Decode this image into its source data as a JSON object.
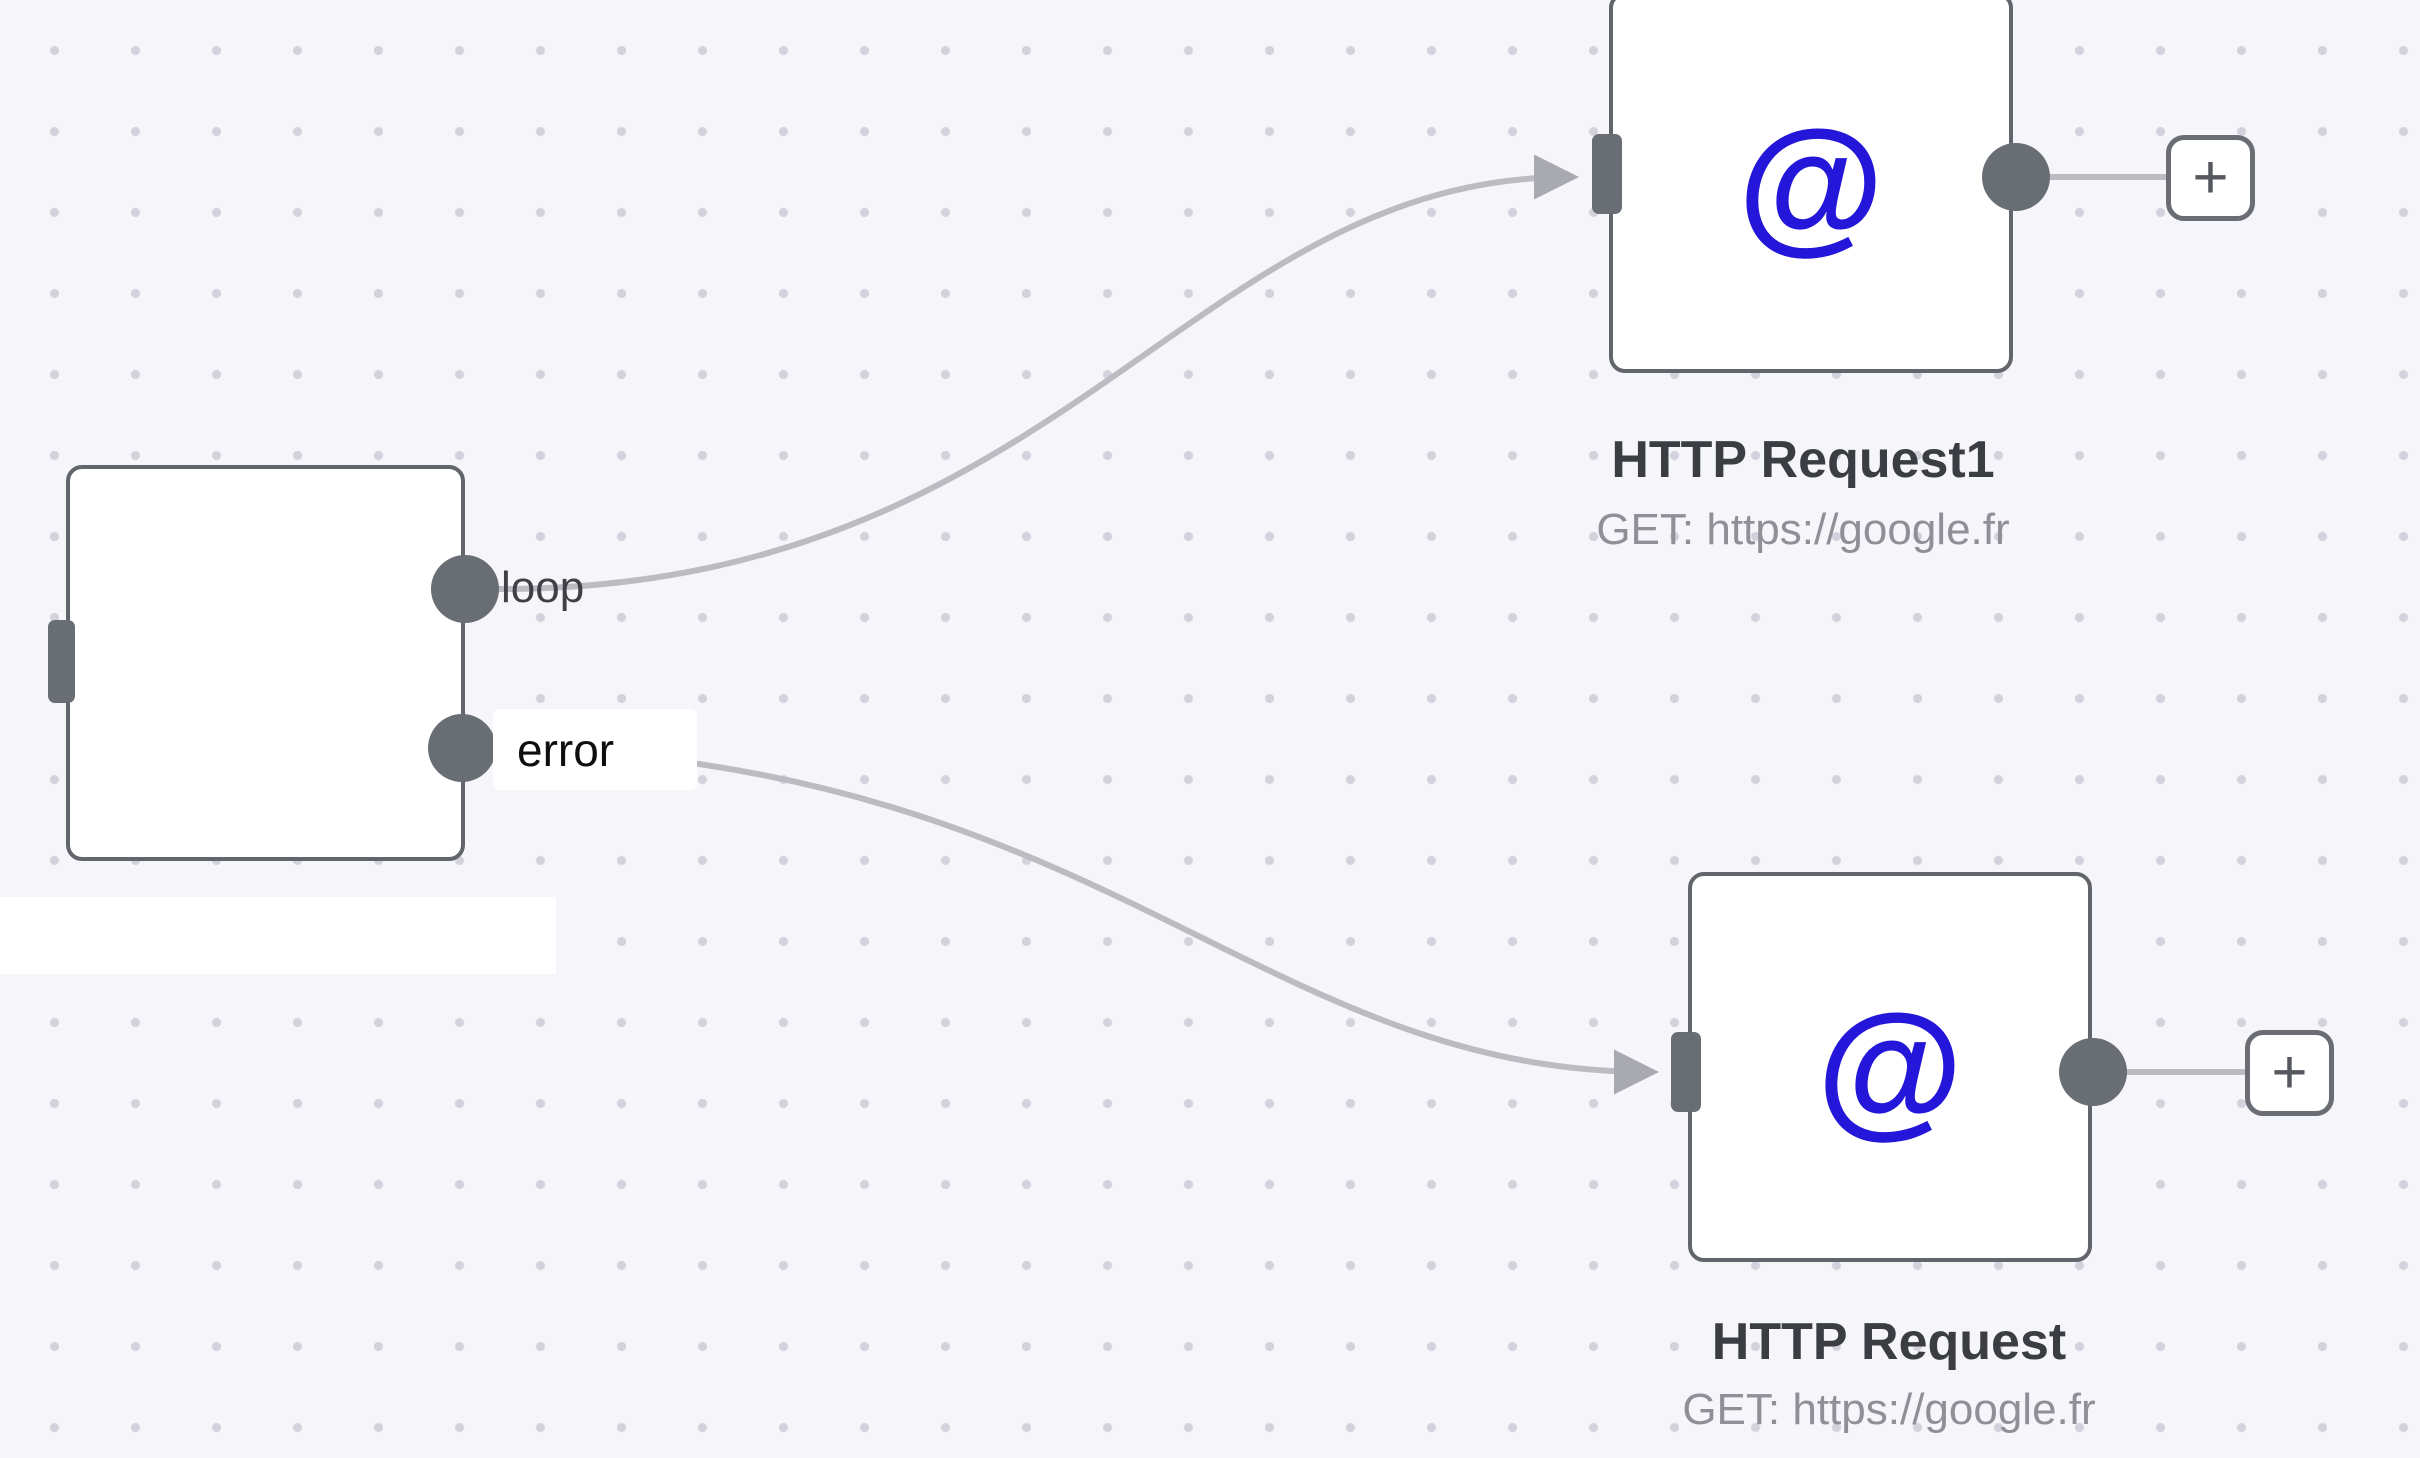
{
  "canvas": {
    "background": "#f6f5f9",
    "dot_color": "#d3d1db"
  },
  "left_node": {
    "loop_label": "loop",
    "error_label": "error"
  },
  "nodes": [
    {
      "id": "http-request-1",
      "icon": "@",
      "title": "HTTP Request1",
      "subtitle": "GET: https://google.fr"
    },
    {
      "id": "http-request",
      "icon": "@",
      "title": "HTTP Request",
      "subtitle": "GET: https://google.fr"
    }
  ],
  "plus_button_label": "+",
  "colors": {
    "node_border": "#62656c",
    "handle": "#696e75",
    "edge": "#bcbbc2",
    "icon_blue": "#2517d9",
    "title": "#3a3d42",
    "subtitle": "#8f8f98"
  }
}
